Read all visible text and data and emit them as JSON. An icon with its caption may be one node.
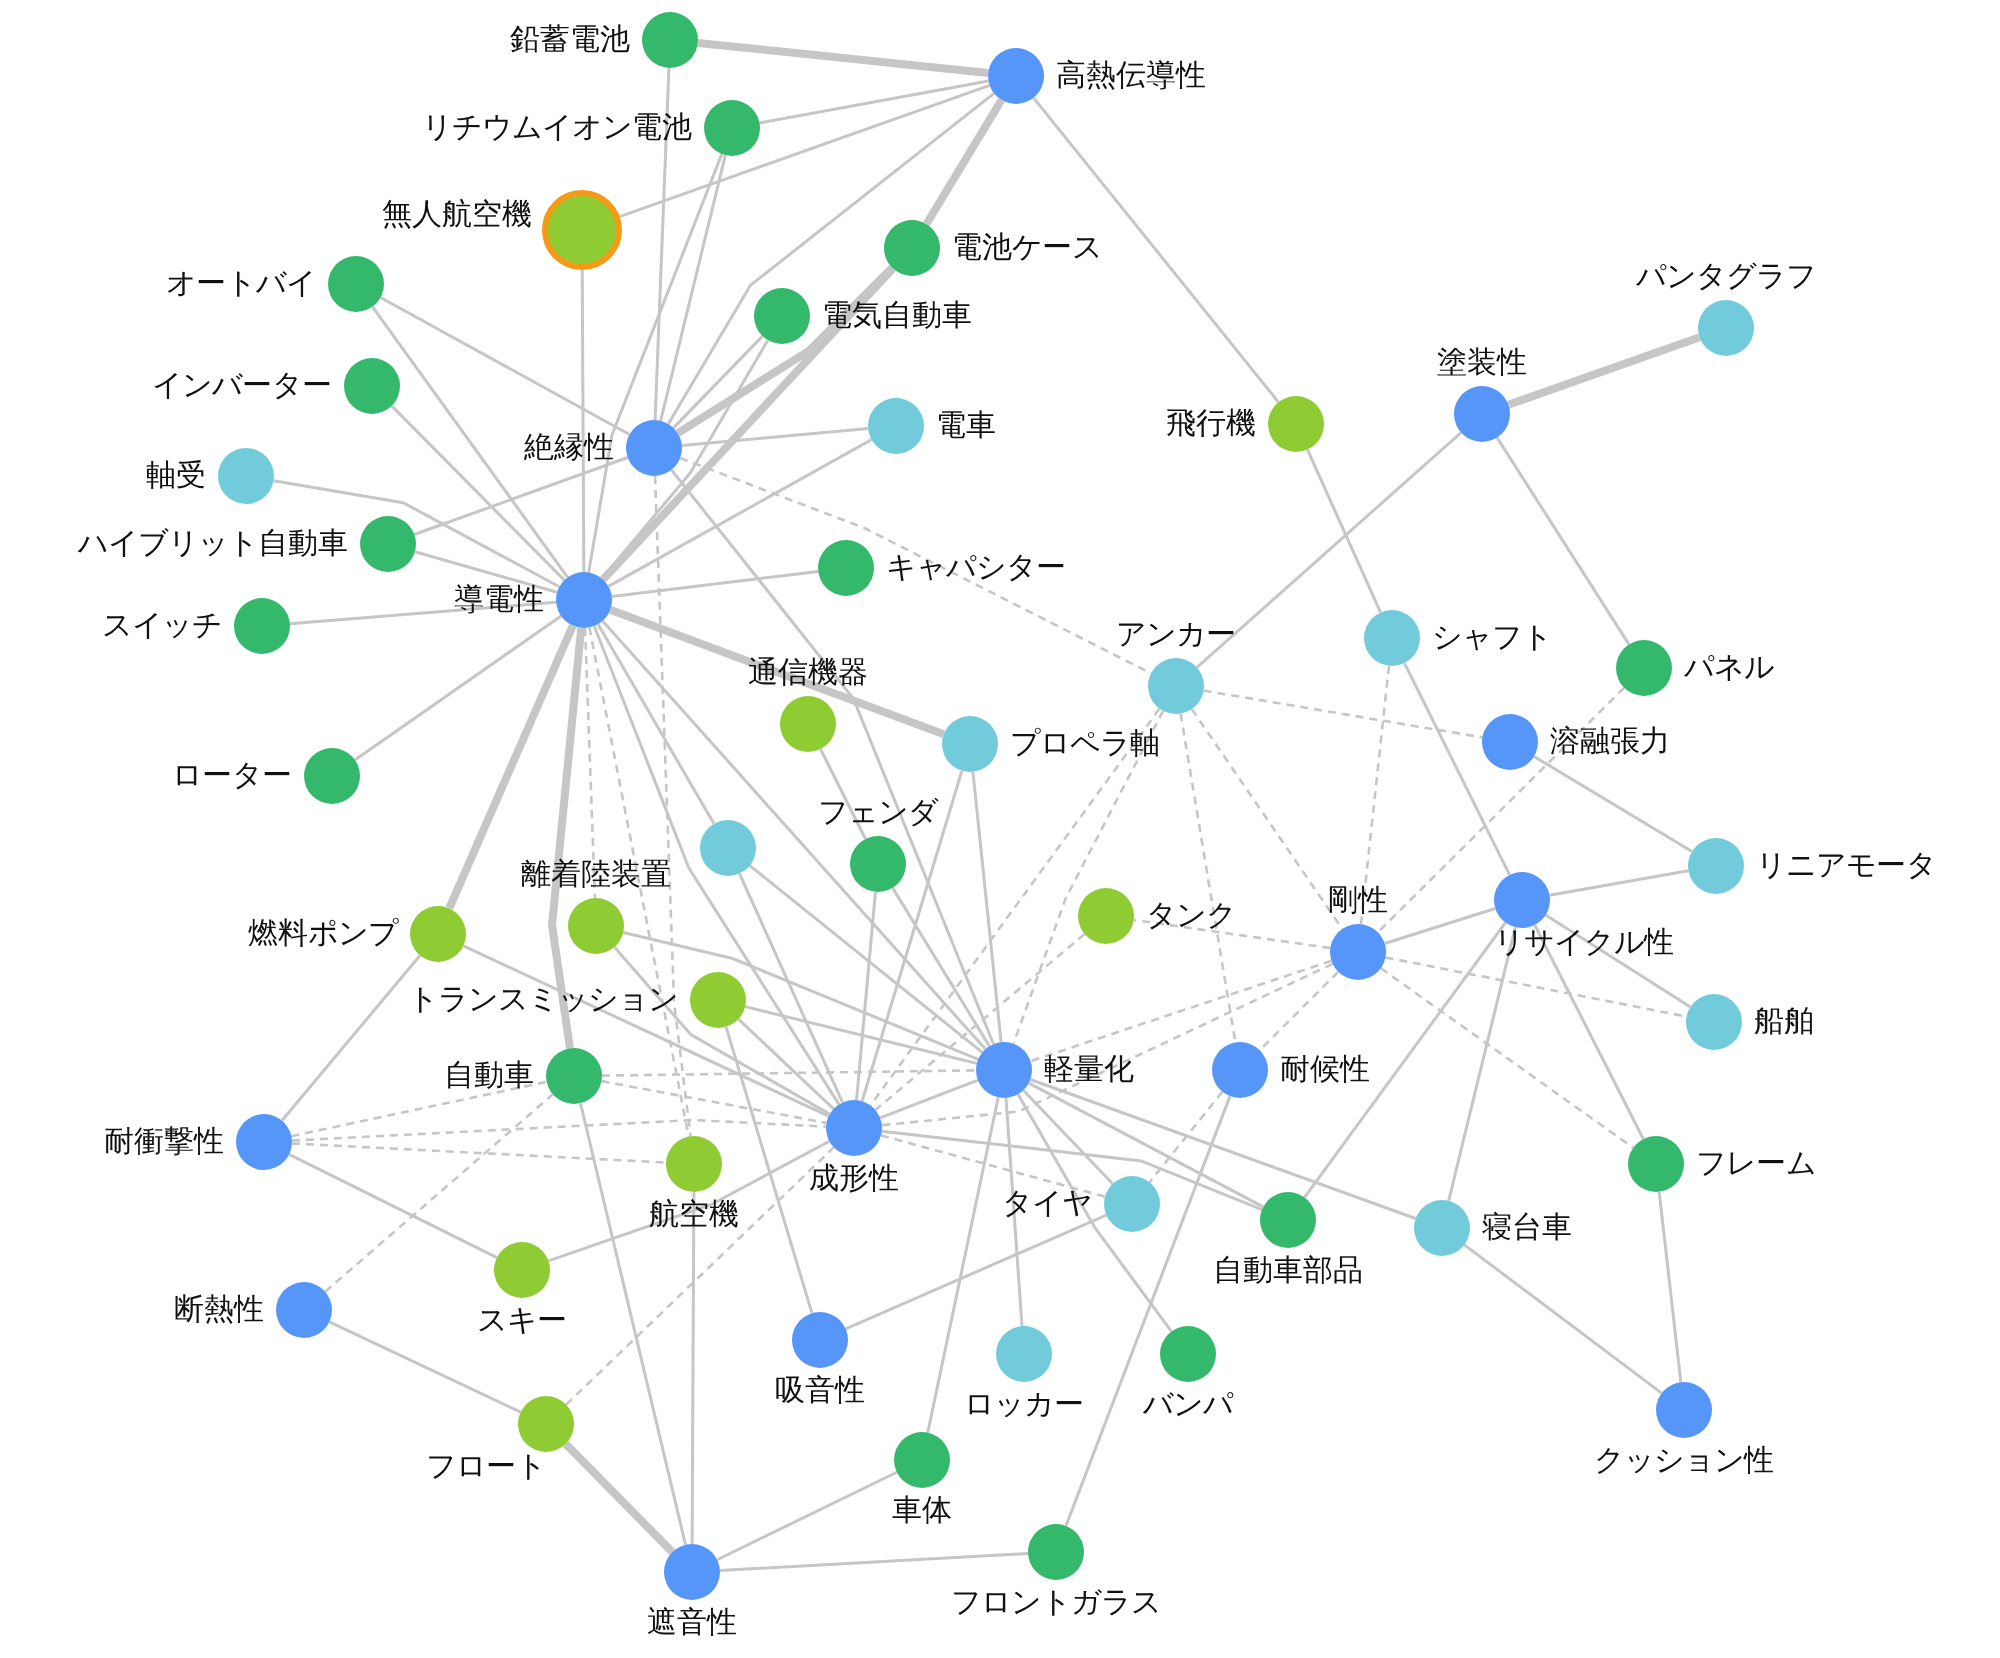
{
  "diagram": {
    "nodes": [
      {
        "text": [
          "鉛蓄電池"
        ]
      },
      {
        "text": [
          "高熱伝導性"
        ]
      },
      {
        "text": [
          "リチウムイオン電池"
        ]
      },
      {
        "text": [
          "無人航空機"
        ]
      },
      {
        "text": [
          "電池ケース"
        ]
      },
      {
        "text": [
          "オートバイ"
        ]
      },
      {
        "text": [
          "電気自動車"
        ]
      },
      {
        "text": [
          "インバーター"
        ]
      },
      {
        "text": [
          "飛行機"
        ]
      },
      {
        "text": [
          "パンタグラフ"
        ]
      },
      {
        "text": [
          "塗装性"
        ]
      },
      {
        "text": [
          "絶縁性"
        ]
      },
      {
        "text": [
          "電車"
        ]
      },
      {
        "text": [
          "軸受"
        ]
      },
      {
        "text": [
          "ハイブリット自動車"
        ]
      },
      {
        "text": [
          "導電性"
        ]
      },
      {
        "text": [
          "キャパシター"
        ]
      },
      {
        "text": [
          "スイッチ"
        ]
      },
      {
        "text": [
          "アンカー"
        ]
      },
      {
        "text": [
          "シャフト"
        ]
      },
      {
        "text": [
          "パネル"
        ]
      },
      {
        "text": [
          "ローター"
        ]
      },
      {
        "text": [
          "通信機器"
        ]
      },
      {
        "text": [
          "プロペラ軸"
        ]
      },
      {
        "text": [
          "溶融張力"
        ]
      },
      {
        "text": [],
        "shape": "circle"
      },
      {
        "text": [
          "離着陸装置"
        ]
      },
      {
        "text": [
          "フェンダ"
        ]
      },
      {
        "text": [
          "燃料ポンプ"
        ]
      },
      {
        "text": [
          "タンク"
        ]
      },
      {
        "text": [
          "剛性"
        ]
      },
      {
        "text": [
          "リサイクル性"
        ]
      },
      {
        "text": [
          "リニアモータ"
        ]
      },
      {
        "text": [
          "トランスミッション"
        ]
      },
      {
        "text": [
          "船舶"
        ]
      },
      {
        "text": [
          "自動車"
        ]
      },
      {
        "text": [
          "軽量化"
        ]
      },
      {
        "text": [
          "耐候性"
        ]
      },
      {
        "text": [
          "耐衝撃性"
        ]
      },
      {
        "text": [
          "成形性"
        ]
      },
      {
        "text": [
          "航空機"
        ]
      },
      {
        "text": [
          "フレーム"
        ]
      },
      {
        "text": [
          "タイヤ"
        ]
      },
      {
        "text": [
          "自動車部品"
        ]
      },
      {
        "text": [
          "寝台車"
        ]
      },
      {
        "text": [
          "スキー"
        ]
      },
      {
        "text": [
          "断熱性"
        ]
      },
      {
        "text": [
          "吸音性"
        ]
      },
      {
        "text": [
          "ロッカー"
        ]
      },
      {
        "text": [
          "バンパ"
        ]
      },
      {
        "text": [
          "フロート"
        ]
      },
      {
        "text": [
          "クッション性"
        ]
      },
      {
        "text": [
          "車体"
        ]
      },
      {
        "text": [
          "フロントガラス"
        ]
      },
      {
        "text": [
          "遮音性"
        ]
      }
    ],
    "edges": [
      {
        "from": 0,
        "to": 1,
        "arrow": "none",
        "style": "thick"
      },
      {
        "from": 0,
        "to": 11,
        "arrow": "none"
      },
      {
        "from": 2,
        "to": 1,
        "arrow": "none"
      },
      {
        "from": 2,
        "to": 11,
        "arrow": "none"
      },
      {
        "from": 2,
        "to": 15,
        "arrow": "none"
      },
      {
        "from": 3,
        "to": 1,
        "arrow": "none"
      },
      {
        "from": 3,
        "to": 15,
        "arrow": "none"
      },
      {
        "from": 1,
        "to": 4,
        "arrow": "none",
        "style": "thick"
      },
      {
        "from": 4,
        "to": 15,
        "arrow": "none",
        "style": "thick"
      },
      {
        "from": 4,
        "to": 11,
        "arrow": "none",
        "style": "thick"
      },
      {
        "from": 1,
        "to": 11,
        "arrow": "none"
      },
      {
        "from": 1,
        "to": 8,
        "arrow": "none"
      },
      {
        "from": 6,
        "to": 11,
        "arrow": "none"
      },
      {
        "from": 6,
        "to": 15,
        "arrow": "none"
      },
      {
        "from": 5,
        "to": 11,
        "arrow": "none"
      },
      {
        "from": 5,
        "to": 15,
        "arrow": "none"
      },
      {
        "from": 7,
        "to": 15,
        "arrow": "none"
      },
      {
        "from": 12,
        "to": 11,
        "arrow": "none"
      },
      {
        "from": 12,
        "to": 15,
        "arrow": "none"
      },
      {
        "from": 13,
        "to": 15,
        "arrow": "none"
      },
      {
        "from": 14,
        "to": 11,
        "arrow": "none"
      },
      {
        "from": 14,
        "to": 15,
        "arrow": "none"
      },
      {
        "from": 17,
        "to": 15,
        "arrow": "none"
      },
      {
        "from": 21,
        "to": 15,
        "arrow": "none"
      },
      {
        "from": 16,
        "to": 15,
        "arrow": "none"
      },
      {
        "from": 11,
        "to": 18,
        "arrow": "none",
        "style": "dashed"
      },
      {
        "from": 11,
        "to": 36,
        "arrow": "none"
      },
      {
        "from": 11,
        "to": 40,
        "arrow": "none",
        "style": "dashed"
      },
      {
        "from": 15,
        "to": 23,
        "arrow": "none",
        "style": "thick"
      },
      {
        "from": 15,
        "to": 28,
        "arrow": "none",
        "style": "thick"
      },
      {
        "from": 15,
        "to": 35,
        "arrow": "none",
        "style": "thick"
      },
      {
        "from": 15,
        "to": 39,
        "arrow": "none"
      },
      {
        "from": 15,
        "to": 36,
        "arrow": "none"
      },
      {
        "from": 15,
        "to": 26,
        "arrow": "none",
        "style": "dashed"
      },
      {
        "from": 15,
        "to": 40,
        "arrow": "none",
        "style": "dashed"
      },
      {
        "from": 15,
        "to": 25,
        "arrow": "none"
      },
      {
        "from": 22,
        "to": 27,
        "arrow": "none"
      },
      {
        "from": 23,
        "to": 39,
        "arrow": "none"
      },
      {
        "from": 23,
        "to": 36,
        "arrow": "none"
      },
      {
        "from": 18,
        "to": 10,
        "arrow": "none"
      },
      {
        "from": 18,
        "to": 24,
        "arrow": "none",
        "style": "dashed"
      },
      {
        "from": 18,
        "to": 39,
        "arrow": "none",
        "style": "dashed"
      },
      {
        "from": 18,
        "to": 36,
        "arrow": "none",
        "style": "dashed"
      },
      {
        "from": 18,
        "to": 37,
        "arrow": "none",
        "style": "dashed"
      },
      {
        "from": 18,
        "to": 30,
        "arrow": "none",
        "style": "dashed"
      },
      {
        "from": 10,
        "to": 9,
        "arrow": "none",
        "style": "thick"
      },
      {
        "from": 10,
        "to": 20,
        "arrow": "none"
      },
      {
        "from": 8,
        "to": 19,
        "arrow": "none"
      },
      {
        "from": 19,
        "to": 31,
        "arrow": "none"
      },
      {
        "from": 19,
        "to": 30,
        "arrow": "none",
        "style": "dashed"
      },
      {
        "from": 20,
        "to": 30,
        "arrow": "none",
        "style": "dashed"
      },
      {
        "from": 24,
        "to": 32,
        "arrow": "none"
      },
      {
        "from": 31,
        "to": 32,
        "arrow": "none"
      },
      {
        "from": 31,
        "to": 30,
        "arrow": "none"
      },
      {
        "from": 31,
        "to": 34,
        "arrow": "none"
      },
      {
        "from": 31,
        "to": 41,
        "arrow": "none"
      },
      {
        "from": 31,
        "to": 44,
        "arrow": "none"
      },
      {
        "from": 31,
        "to": 43,
        "arrow": "none"
      },
      {
        "from": 30,
        "to": 29,
        "arrow": "none",
        "style": "dashed"
      },
      {
        "from": 30,
        "to": 39,
        "arrow": "none",
        "style": "dashed"
      },
      {
        "from": 30,
        "to": 36,
        "arrow": "none",
        "style": "dashed"
      },
      {
        "from": 30,
        "to": 34,
        "arrow": "none",
        "style": "dashed"
      },
      {
        "from": 30,
        "to": 41,
        "arrow": "none",
        "style": "dashed"
      },
      {
        "from": 30,
        "to": 37,
        "arrow": "none",
        "style": "dashed"
      },
      {
        "from": 29,
        "to": 39,
        "arrow": "none",
        "style": "dashed"
      },
      {
        "from": 36,
        "to": 39,
        "arrow": "none"
      },
      {
        "from": 35,
        "to": 36,
        "arrow": "none",
        "style": "dashed"
      },
      {
        "from": 33,
        "to": 36,
        "arrow": "none"
      },
      {
        "from": 26,
        "to": 36,
        "arrow": "none"
      },
      {
        "from": 25,
        "to": 39,
        "arrow": "none"
      },
      {
        "from": 25,
        "to": 36,
        "arrow": "none"
      },
      {
        "from": 27,
        "to": 39,
        "arrow": "none"
      },
      {
        "from": 27,
        "to": 36,
        "arrow": "none"
      },
      {
        "from": 36,
        "to": 42,
        "arrow": "none"
      },
      {
        "from": 36,
        "to": 49,
        "arrow": "none"
      },
      {
        "from": 36,
        "to": 48,
        "arrow": "none"
      },
      {
        "from": 36,
        "to": 43,
        "arrow": "none"
      },
      {
        "from": 36,
        "to": 44,
        "arrow": "none"
      },
      {
        "from": 36,
        "to": 52,
        "arrow": "none"
      },
      {
        "from": 39,
        "to": 43,
        "arrow": "none"
      },
      {
        "from": 39,
        "to": 42,
        "arrow": "none",
        "style": "dashed"
      },
      {
        "from": 45,
        "to": 39,
        "arrow": "none"
      },
      {
        "from": 38,
        "to": 45,
        "arrow": "none"
      },
      {
        "from": 38,
        "to": 28,
        "arrow": "none"
      },
      {
        "from": 38,
        "to": 35,
        "arrow": "none",
        "style": "dashed"
      },
      {
        "from": 38,
        "to": 40,
        "arrow": "none",
        "style": "dashed"
      },
      {
        "from": 38,
        "to": 39,
        "arrow": "none",
        "style": "dashed"
      },
      {
        "from": 35,
        "to": 39,
        "arrow": "none",
        "style": "dashed"
      },
      {
        "from": 35,
        "to": 54,
        "arrow": "none"
      },
      {
        "from": 46,
        "to": 35,
        "arrow": "none",
        "style": "dashed"
      },
      {
        "from": 40,
        "to": 54,
        "arrow": "none"
      },
      {
        "from": 50,
        "to": 54,
        "arrow": "none",
        "style": "thick"
      },
      {
        "from": 46,
        "to": 50,
        "arrow": "none"
      },
      {
        "from": 50,
        "to": 39,
        "arrow": "none",
        "style": "dashed"
      },
      {
        "from": 33,
        "to": 47,
        "arrow": "none"
      },
      {
        "from": 47,
        "to": 42,
        "arrow": "none"
      },
      {
        "from": 52,
        "to": 54,
        "arrow": "none"
      },
      {
        "from": 54,
        "to": 53,
        "arrow": "none"
      },
      {
        "from": 53,
        "to": 37,
        "arrow": "none"
      },
      {
        "from": 37,
        "to": 42,
        "arrow": "none",
        "style": "dashed"
      },
      {
        "from": 44,
        "to": 51,
        "arrow": "none"
      },
      {
        "from": 41,
        "to": 51,
        "arrow": "none"
      },
      {
        "from": 26,
        "to": 39,
        "arrow": "none"
      },
      {
        "from": 33,
        "to": 39,
        "arrow": "none"
      },
      {
        "from": 28,
        "to": 39,
        "arrow": "none"
      }
    ]
  }
}
